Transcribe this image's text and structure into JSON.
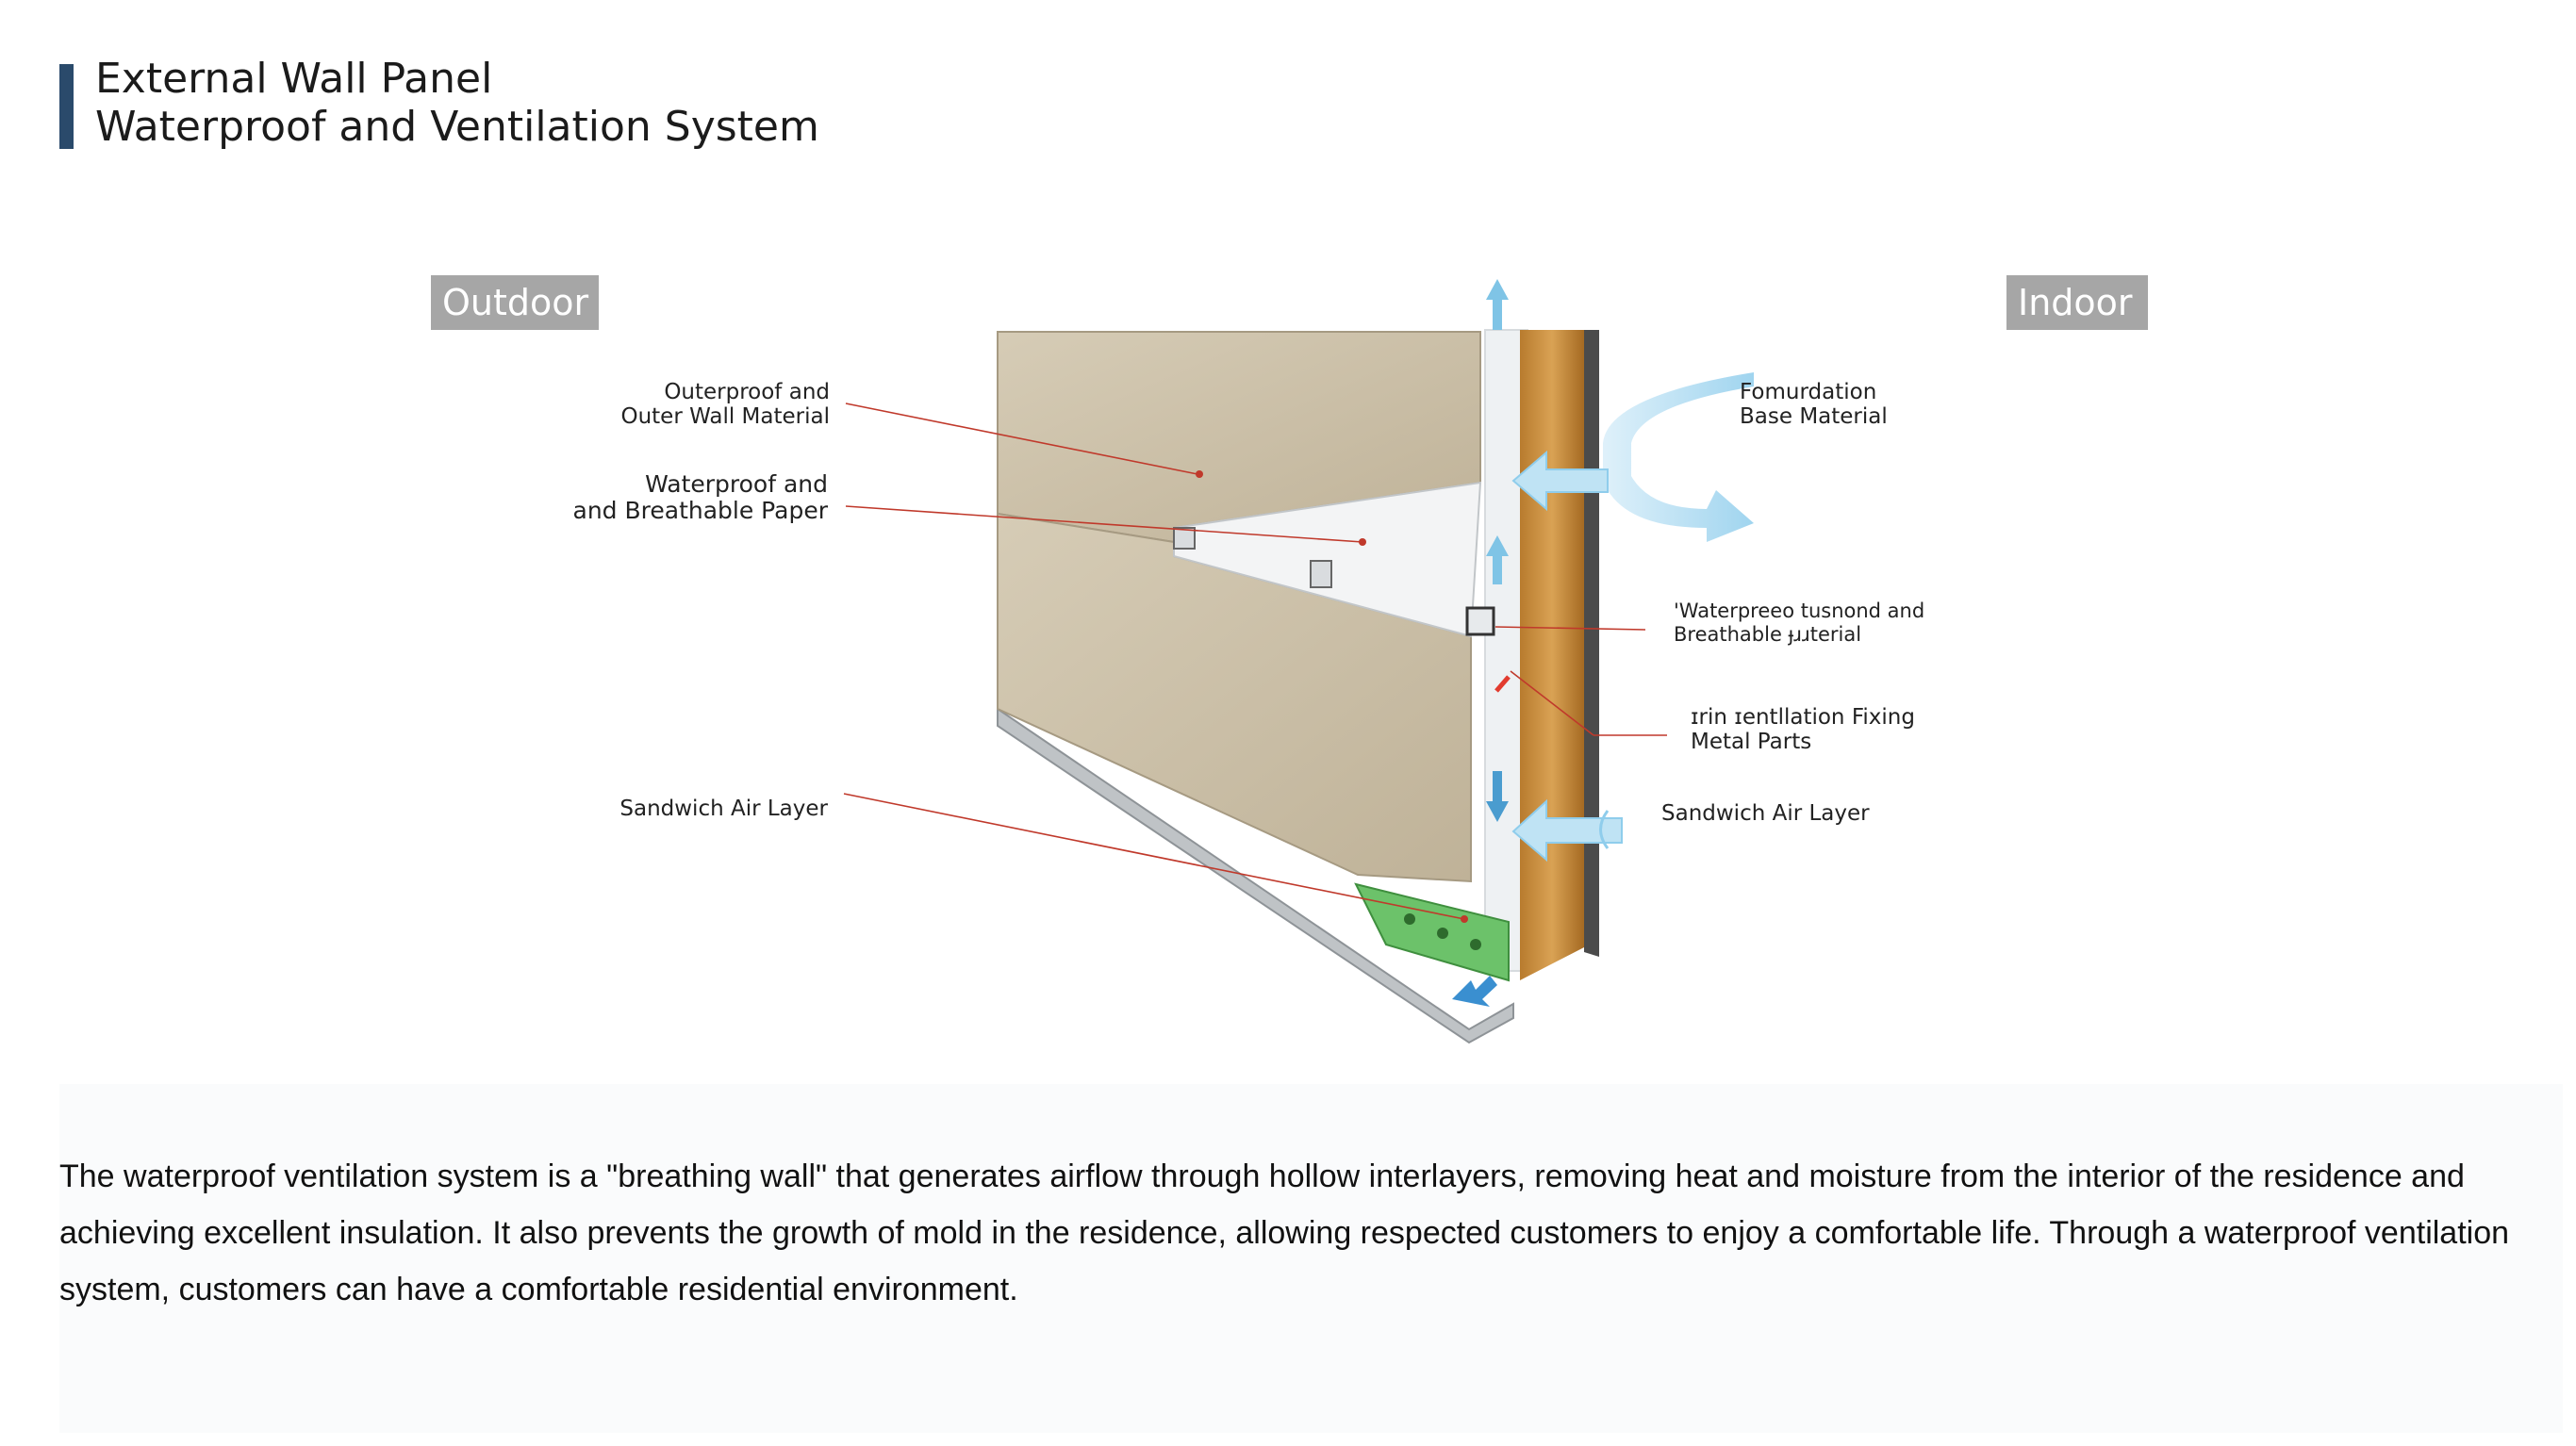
{
  "header": {
    "title_line1": "External Wall Panel",
    "title_line2": "Waterproof and Ventilation System"
  },
  "labels": {
    "outdoor": "Outdoor",
    "indoor": "Indoor"
  },
  "callouts": {
    "outer_wall": {
      "line1": "Outerproof and",
      "line2": "Outer Wall Material"
    },
    "waterproof_paper": {
      "line1": "Waterproof and",
      "line2": "and Breathable Paper"
    },
    "sandwich_left": {
      "line1": "Sandwich Air Layer"
    },
    "foundation": {
      "line1": "Fomurdation",
      "line2": "Base Material"
    },
    "waterproof_material": {
      "line1": "'Waterpreeo tusnond and",
      "line2": "Breathable ɟɹɹterial"
    },
    "fixing_parts": {
      "line1": "ɪrin ɪentllation Fixing",
      "line2": "Metal Parts"
    },
    "sandwich_right": {
      "line1": "Sandwich Air Layer"
    }
  },
  "description": "The waterproof ventilation system is a \"breathing wall\" that generates airflow through hollow interlayers, removing heat and moisture from the interior of the residence and achieving excellent insulation. It also prevents the growth of mold in the residence, allowing respected customers to enjoy a comfortable life. Through a waterproof ventilation system, customers can have a comfortable residential environment.",
  "colors": {
    "accent": "#2a4a6b",
    "panel": "#cbbfa8",
    "wood": "#c98f3f",
    "airflow": "#7fc4e6",
    "leader": "#c0392b",
    "green_strip": "#6cc26a"
  }
}
